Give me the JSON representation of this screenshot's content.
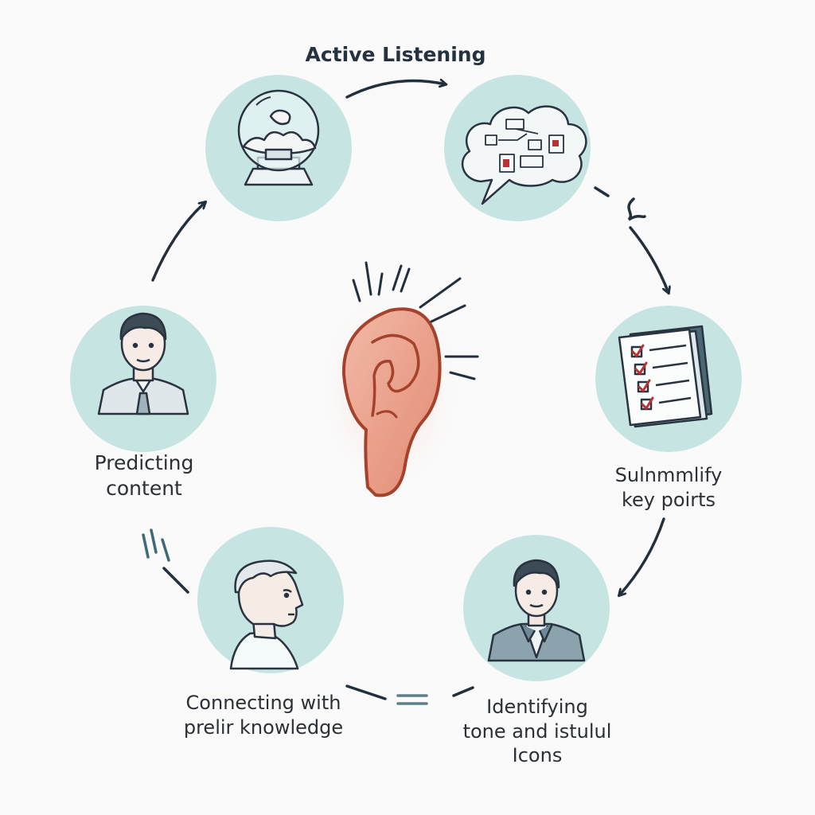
{
  "title": "Active Listening",
  "colors": {
    "circle_fill": "#c5e4e2",
    "line": "#22303d",
    "ear": "#e9a792",
    "ear_outline": "#a4422c",
    "check": "#b83333"
  },
  "steps": [
    {
      "id": "crystal-ball",
      "icon": "crystal-ball-icon",
      "label": []
    },
    {
      "id": "thought-bubble",
      "icon": "thought-bubble-icon",
      "label": []
    },
    {
      "id": "summarize",
      "icon": "checklist-icon",
      "label": [
        "Sulnmmlify",
        "key poirts"
      ]
    },
    {
      "id": "identify",
      "icon": "person-jacket-icon",
      "label": [
        "Identifying",
        "tone and istulul",
        "Icons"
      ]
    },
    {
      "id": "connect",
      "icon": "person-profile-icon",
      "label": [
        "Connecting with",
        "prelir knowledge"
      ]
    },
    {
      "id": "predict",
      "icon": "person-tie-icon",
      "label": [
        "Predicting",
        "content"
      ]
    }
  ],
  "center_icon": "ear-icon"
}
